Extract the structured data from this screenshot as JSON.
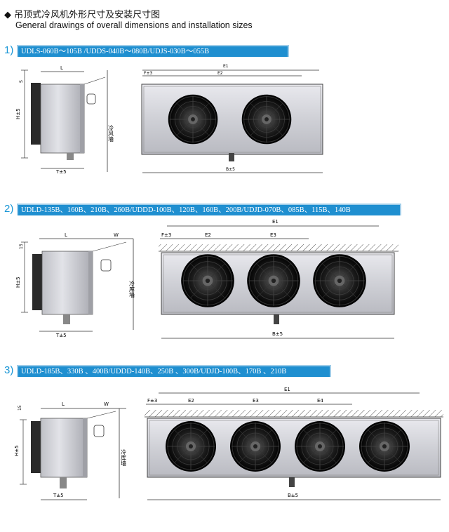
{
  "header": {
    "bullet": "◆",
    "title_cn": "吊顶式冷风机外形尺寸及安装尺寸图",
    "title_en": "General drawings of overall dimensions and installation sizes"
  },
  "sections": [
    {
      "number": "1)",
      "banner": "UDLS-060B～105B /UDDS-040B～080B/UDJS-030B～055B",
      "side": {
        "L": "L",
        "S": "S",
        "H": "H±5",
        "T": "T±5",
        "wall": "冷风墙"
      },
      "front": {
        "F": "F±3",
        "E2": "E2",
        "E1": "E1",
        "B": "B±5"
      }
    },
    {
      "number": "2)",
      "banner": "UDLD-135B、160B、210B、260B/UDDD-100B、120B、160B、200B/UDJD-070B、085B、115B、140B",
      "side": {
        "L": "L",
        "W": "W",
        "S": "15",
        "H": "H±5",
        "T": "T±5",
        "wall": "冷库墙"
      },
      "front": {
        "F": "F±3",
        "E2": "E2",
        "E3": "E3",
        "E1": "E1",
        "B": "B±5"
      }
    },
    {
      "number": "3)",
      "banner": "UDLD-185B、330B 、400B/UDDD-140B、250B 、300B/UDJD-100B、170B 、210B",
      "side": {
        "L": "L",
        "W": "W",
        "S": "15",
        "H": "H±5",
        "T": "T±5",
        "wall": "冷库墙"
      },
      "front": {
        "F": "F±3",
        "E2": "E2",
        "E3": "E3",
        "E4": "E4",
        "E1": "E1",
        "B": "B±5"
      }
    }
  ]
}
